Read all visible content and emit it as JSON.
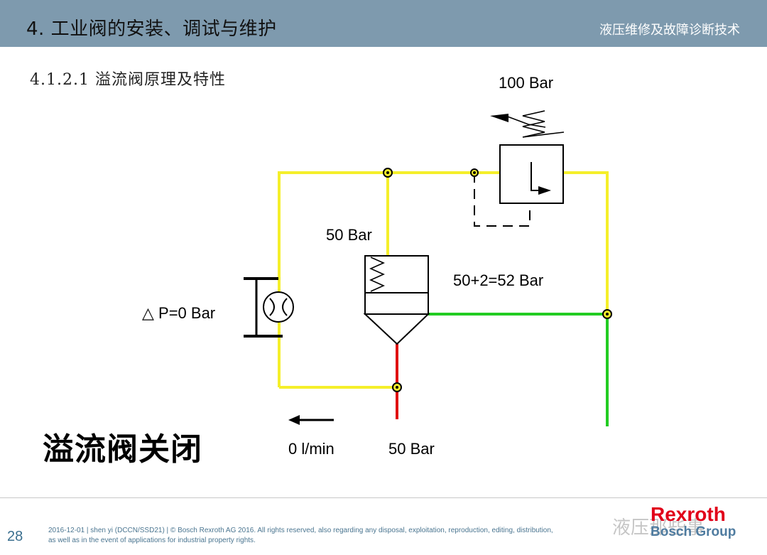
{
  "header": {
    "title": "4. 工业阀的安装、调试与维护",
    "subtitle": "液压维修及故障诊断技术"
  },
  "section": "4.1.2.1 溢流阀原理及特性",
  "labels": {
    "pilot_pressure": "100 Bar",
    "main_spring": "50 Bar",
    "sum_pressure": "50+2=52 Bar",
    "delta_p": "△ P=0 Bar",
    "flow": "0 l/min",
    "outlet_pressure": "50 Bar"
  },
  "big_caption": "溢流阀关闭",
  "footer": {
    "page": "28",
    "line1": "2016-12-01 | shen yi (DCCN/SSD21) | © Bosch Rexroth AG 2016. All rights reserved, also regarding any disposal, exploitation, reproduction, editing, distribution,",
    "line2": "as well as in the event of applications for industrial property rights."
  },
  "brand": {
    "top": "Rexroth",
    "bottom": "Bosch Group"
  },
  "watermark": "液压那些事",
  "colors": {
    "header": "#7e9aae",
    "yellow_line": "#f5ef2a",
    "green_line": "#22cc22",
    "red_line": "#e01010"
  }
}
